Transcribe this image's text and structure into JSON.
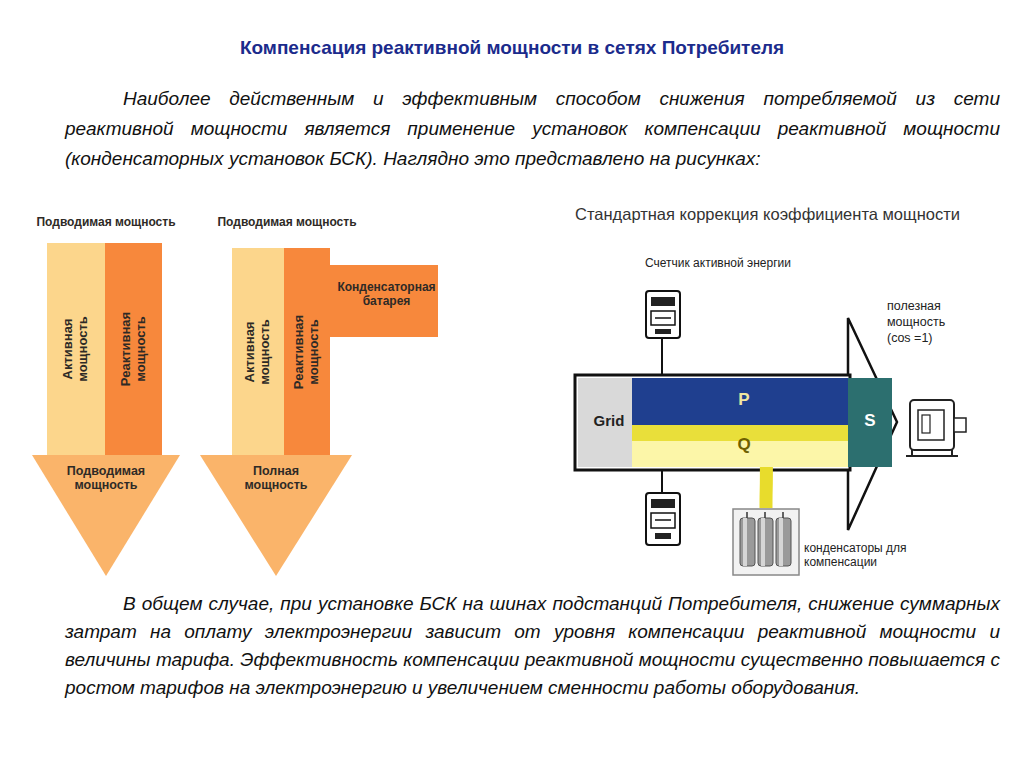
{
  "diagram": {
    "title": "Компенсация реактивной мощности в сетях Потребителя",
    "nodes": [
      {
        "text": [
          "Подводимая мощность",
          "Подводимая мощность"
        ]
      },
      {
        "text": [
          "Активная мощность"
        ],
        "in": 0
      },
      {
        "text": [
          "Реактивная мощность"
        ],
        "in": 0
      },
      {
        "text": [
          "Подводимая мощность",
          "Полная мощность"
        ]
      },
      {
        "text": [
          "Активная мощность"
        ],
        "in": 3
      },
      {
        "text": [
          "Реактивная мощность"
        ],
        "in": 3
      },
      {
        "text": [
          "Конденсаторная батарея"
        ],
        "in": 3
      },
      {
        "text": [
          "Grid"
        ]
      },
      {
        "text": [
          "P"
        ]
      },
      {
        "text": [
          "Q"
        ]
      },
      {
        "text": [
          "S"
        ]
      },
      {
        "text": [
          "конденсаторы для компенсации"
        ]
      }
    ],
    "edges": [
      {
        "from": 9,
        "to": 11,
        "arrow": "none"
      }
    ],
    "labels": [
      "Наиболее действенным и эффективным способом снижения потребляемой из сети реактивной мощности является применение установок компенсации реактивной мощности (конденсаторных установок БСК). Наглядно это представлено на рисунках:",
      "Стандартная коррекция коэффициента мощности",
      "Счетчик активной энергии",
      "полезная мощность (cos =1)",
      "В общем случае, при установке БСК на шинах подстанций Потребителя, снижение суммарных затрат на оплату электроэнергии зависит от уровня компенсации реактивной мощности и величины тарифа. Эффективность компенсации реактивной мощности существенно повышается с ростом тарифов на электроэнергию и увеличением сменности работы оборудования."
    ]
  }
}
